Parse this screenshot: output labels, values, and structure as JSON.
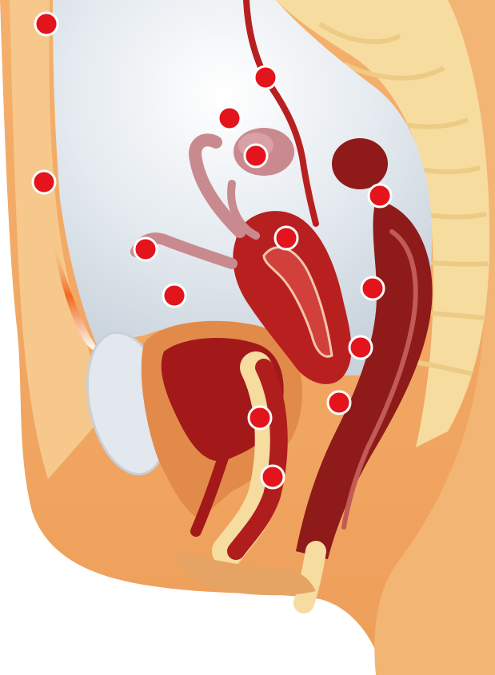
{
  "colors": {
    "background": "#ffffff",
    "skin": "#f0ad68",
    "skin_shadow": "#e39553",
    "body_wall": "#f7c88c",
    "spine": "#f7dca0",
    "spine_disc": "#eccb84",
    "cavity": "#dbe3ea",
    "organ_dark": "#8e1a1a",
    "organ_mid": "#b8201f",
    "organ_light": "#d2403c",
    "organ_pink": "#c98a8f",
    "bone": "#e3e7ee",
    "marker_fill": "#e3141b",
    "marker_ring": "#ffffff"
  },
  "markers": [
    {
      "id": "marker-1"
    },
    {
      "id": "marker-2"
    },
    {
      "id": "marker-3"
    },
    {
      "id": "marker-4"
    },
    {
      "id": "marker-5"
    },
    {
      "id": "marker-6"
    },
    {
      "id": "marker-7"
    },
    {
      "id": "marker-8"
    },
    {
      "id": "marker-9"
    },
    {
      "id": "marker-10"
    },
    {
      "id": "marker-11"
    },
    {
      "id": "marker-12"
    },
    {
      "id": "marker-13"
    },
    {
      "id": "marker-14"
    },
    {
      "id": "marker-15"
    }
  ]
}
